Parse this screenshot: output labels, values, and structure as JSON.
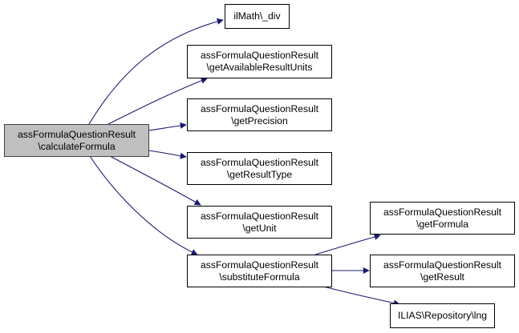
{
  "diagram": {
    "type": "call-graph",
    "colors": {
      "edge": "#191970",
      "root_fill": "#bfbfbf",
      "node_fill": "#ffffff",
      "border": "#000000"
    },
    "root": {
      "id": "calculateFormula",
      "line1": "assFormulaQuestionResult",
      "line2": "\\calculateFormula"
    },
    "nodes": [
      {
        "id": "div",
        "line1": "ilMath\\_div",
        "line2": ""
      },
      {
        "id": "getAvailableResultUnits",
        "line1": "assFormulaQuestionResult",
        "line2": "\\getAvailableResultUnits"
      },
      {
        "id": "getPrecision",
        "line1": "assFormulaQuestionResult",
        "line2": "\\getPrecision"
      },
      {
        "id": "getResultType",
        "line1": "assFormulaQuestionResult",
        "line2": "\\getResultType"
      },
      {
        "id": "getUnit",
        "line1": "assFormulaQuestionResult",
        "line2": "\\getUnit"
      },
      {
        "id": "substituteFormula",
        "line1": "assFormulaQuestionResult",
        "line2": "\\substituteFormula"
      },
      {
        "id": "getFormula",
        "line1": "assFormulaQuestionResult",
        "line2": "\\getFormula"
      },
      {
        "id": "getResult",
        "line1": "assFormulaQuestionResult",
        "line2": "\\getResult"
      },
      {
        "id": "lng",
        "line1": "ILIAS\\Repository\\lng",
        "line2": ""
      }
    ],
    "edges": [
      {
        "from": "calculateFormula",
        "to": "div"
      },
      {
        "from": "calculateFormula",
        "to": "getAvailableResultUnits"
      },
      {
        "from": "calculateFormula",
        "to": "getPrecision"
      },
      {
        "from": "calculateFormula",
        "to": "getResultType"
      },
      {
        "from": "calculateFormula",
        "to": "getUnit"
      },
      {
        "from": "calculateFormula",
        "to": "substituteFormula"
      },
      {
        "from": "substituteFormula",
        "to": "getFormula"
      },
      {
        "from": "substituteFormula",
        "to": "getResult"
      },
      {
        "from": "substituteFormula",
        "to": "lng"
      }
    ]
  }
}
